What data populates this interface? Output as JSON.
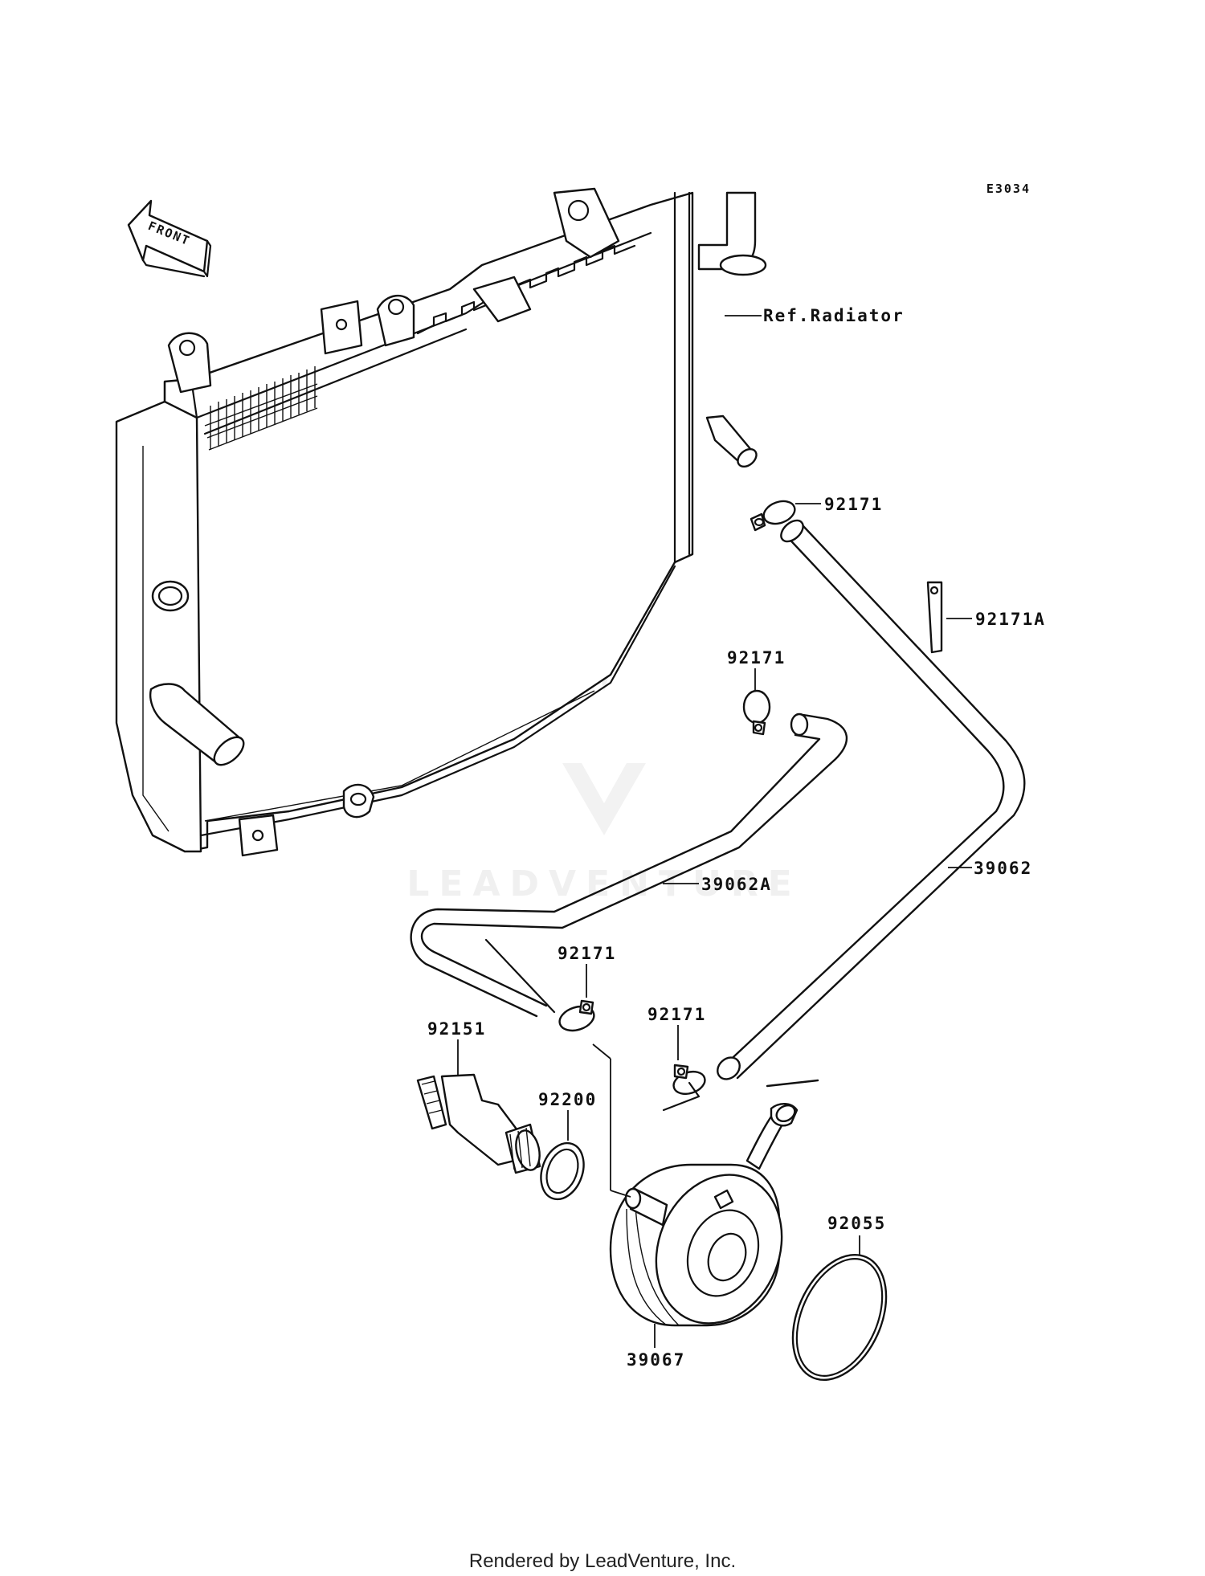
{
  "diagram_code": "E3034",
  "front_label": "FRONT",
  "reference_label": "Ref.Radiator",
  "watermark": "LEADVENTURE",
  "parts": {
    "clamp_top": "92171",
    "clamp_band": "92171A",
    "clamp_mid": "92171",
    "hose_a": "39062A",
    "hose_b": "39062",
    "clamp_lower_left": "92171",
    "clamp_lower_right": "92171",
    "fitting_bolt": "92151",
    "gasket": "92200",
    "oil_cooler": "39067",
    "o_ring": "92055"
  },
  "footer": "Rendered by LeadVenture, Inc."
}
